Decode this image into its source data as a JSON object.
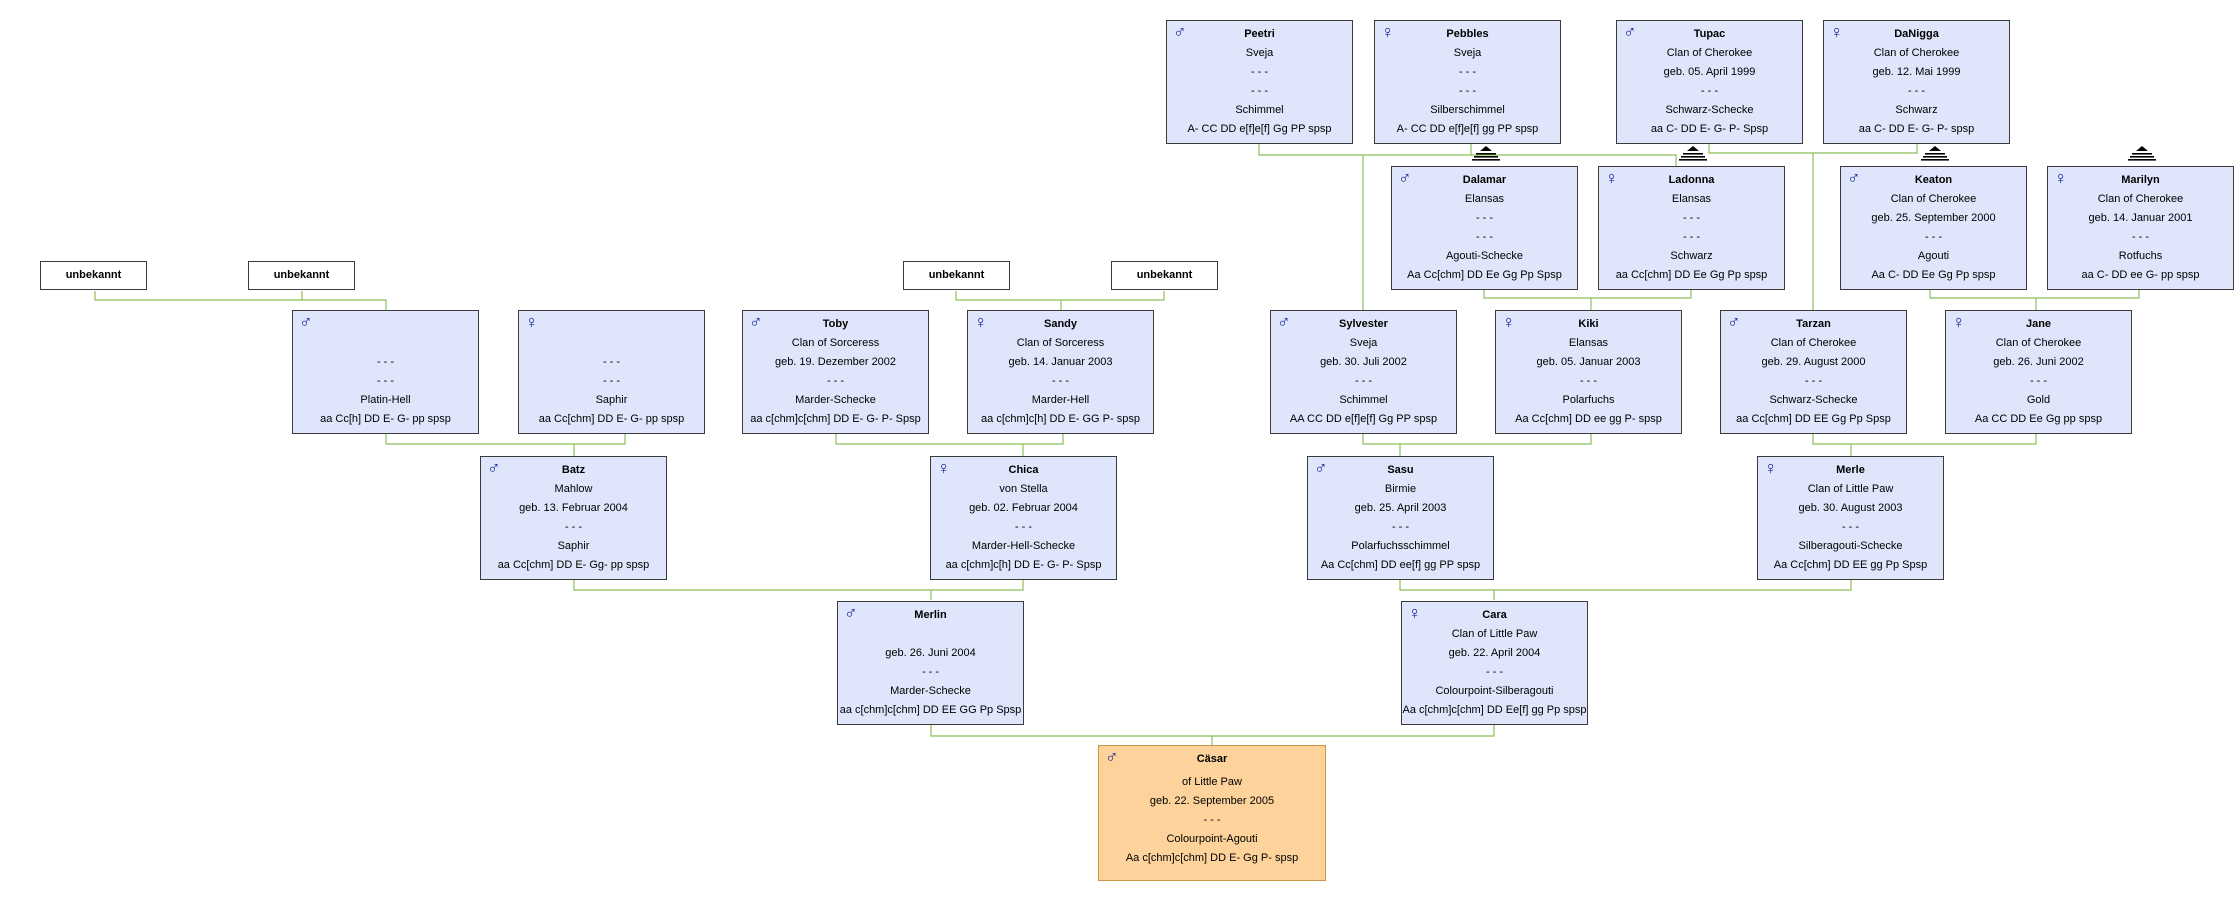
{
  "colors": {
    "card_bg": "#dfe6fb",
    "focus_bg": "#fdd39b",
    "line": "#8cbf5a",
    "symbol": "#1a2a9a"
  },
  "unknown_label": "unbekannt",
  "cards": {
    "peetri": {
      "sym": "♂",
      "name": "Peetri",
      "lines": [
        "Sveja",
        "- - -",
        "- - -",
        "Schimmel",
        "A- CC DD e[f]e[f] Gg PP spsp"
      ]
    },
    "pebbles": {
      "sym": "♀",
      "name": "Pebbles",
      "lines": [
        "Sveja",
        "- - -",
        "- - -",
        "Silberschimmel",
        "A-  CC DD e[f]e[f] gg PP spsp"
      ]
    },
    "tupac": {
      "sym": "♂",
      "name": "Tupac",
      "lines": [
        "Clan of Cherokee",
        "geb. 05. April 1999",
        "- - -",
        "Schwarz-Schecke",
        "aa C- DD E- G- P- Spsp"
      ]
    },
    "danigga": {
      "sym": "♀",
      "name": "DaNigga",
      "lines": [
        "Clan of Cherokee",
        "geb. 12. Mai 1999",
        "- - -",
        "Schwarz",
        "aa C- DD E- G- P- spsp"
      ]
    },
    "dalamar": {
      "sym": "♂",
      "name": "Dalamar",
      "lines": [
        "Elansas",
        "- - -",
        "- - -",
        "Agouti-Schecke",
        "Aa Cc[chm] DD Ee Gg Pp Spsp"
      ]
    },
    "ladonna": {
      "sym": "♀",
      "name": "Ladonna",
      "lines": [
        "Elansas",
        "- - -",
        "- - -",
        "Schwarz",
        "aa Cc[chm] DD Ee Gg Pp spsp"
      ]
    },
    "keaton": {
      "sym": "♂",
      "name": "Keaton",
      "lines": [
        "Clan of Cherokee",
        "geb. 25. September 2000",
        "- - -",
        "Agouti",
        "Aa C- DD Ee Gg Pp spsp"
      ]
    },
    "marilyn": {
      "sym": "♀",
      "name": "Marilyn",
      "lines": [
        "Clan of Cherokee",
        "geb. 14. Januar 2001",
        "- - -",
        "Rotfuchs",
        "aa C- DD ee G- pp spsp"
      ]
    },
    "p_male": {
      "sym": "♂",
      "name": "",
      "lines": [
        "",
        "- - -",
        "- - -",
        "Platin-Hell",
        "aa Cc[h] DD E- G- pp spsp"
      ]
    },
    "p_female": {
      "sym": "♀",
      "name": "",
      "lines": [
        "",
        "- - -",
        "- - -",
        "Saphir",
        "aa Cc[chm] DD E- G- pp spsp"
      ]
    },
    "toby": {
      "sym": "♂",
      "name": "Toby",
      "lines": [
        "Clan of Sorceress",
        "geb. 19. Dezember 2002",
        "- - -",
        "Marder-Schecke",
        "aa c[chm]c[chm] DD E- G- P- Spsp"
      ]
    },
    "sandy": {
      "sym": "♀",
      "name": "Sandy",
      "lines": [
        "Clan of Sorceress",
        "geb. 14. Januar 2003",
        "- - -",
        "Marder-Hell",
        "aa c[chm]c[h] DD E- GG P- spsp"
      ]
    },
    "sylvester": {
      "sym": "♂",
      "name": "Sylvester",
      "lines": [
        "Sveja",
        "geb. 30. Juli 2002",
        "- - -",
        "Schimmel",
        "AA CC DD e[f]e[f] Gg PP spsp"
      ]
    },
    "kiki": {
      "sym": "♀",
      "name": "Kiki",
      "lines": [
        "Elansas",
        "geb. 05. Januar 2003",
        "- - -",
        "Polarfuchs",
        "Aa Cc[chm] DD ee gg P- spsp"
      ]
    },
    "tarzan": {
      "sym": "♂",
      "name": "Tarzan",
      "lines": [
        "Clan of Cherokee",
        "geb. 29. August 2000",
        "- - -",
        "Schwarz-Schecke",
        "aa Cc[chm] DD EE Gg Pp Spsp"
      ]
    },
    "jane": {
      "sym": "♀",
      "name": "Jane",
      "lines": [
        "Clan of Cherokee",
        "geb. 26. Juni 2002",
        "- - -",
        "Gold",
        "Aa CC DD Ee Gg pp spsp"
      ]
    },
    "batz": {
      "sym": "♂",
      "name": "Batz",
      "lines": [
        "Mahlow",
        "geb. 13. Februar 2004",
        "- - -",
        "Saphir",
        "aa Cc[chm] DD E- Gg- pp spsp"
      ]
    },
    "chica": {
      "sym": "♀",
      "name": "Chica",
      "lines": [
        "von Stella",
        "geb. 02. Februar 2004",
        "- - -",
        "Marder-Hell-Schecke",
        "aa c[chm]c[h] DD E- G- P- Spsp"
      ]
    },
    "sasu": {
      "sym": "♂",
      "name": "Sasu",
      "lines": [
        "Birmie",
        "geb. 25. April 2003",
        "- - -",
        "Polarfuchsschimmel",
        "Aa Cc[chm] DD ee[f] gg PP spsp"
      ]
    },
    "merle": {
      "sym": "♀",
      "name": "Merle",
      "lines": [
        "Clan of Little Paw",
        "geb. 30. August 2003",
        "- - -",
        "Silberagouti-Schecke",
        "Aa Cc[chm] DD EE gg Pp Spsp"
      ]
    },
    "merlin": {
      "sym": "♂",
      "name": "Merlin",
      "lines": [
        "",
        "geb. 26. Juni 2004",
        "- - -",
        "Marder-Schecke",
        "aa c[chm]c[chm] DD EE GG Pp Spsp"
      ]
    },
    "cara": {
      "sym": "♀",
      "name": "Cara",
      "lines": [
        "Clan of Little Paw",
        "geb. 22. April 2004",
        "- - -",
        "Colourpoint-Silberagouti",
        "Aa c[chm]c[chm] DD Ee[f] gg Pp spsp"
      ]
    },
    "caesar": {
      "sym": "♂",
      "name": "Cäsar",
      "lines": [
        "of Little Paw",
        "geb. 22. September 2005",
        "- - -",
        "Colourpoint-Agouti",
        "Aa c[chm]c[chm] DD E- Gg P- spsp"
      ]
    }
  }
}
